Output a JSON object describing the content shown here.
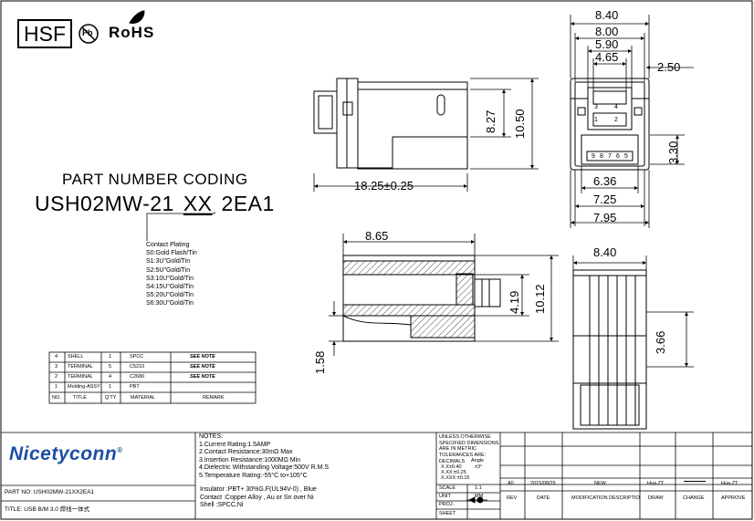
{
  "compliance": {
    "hsf": "HSF",
    "pb": "Pb",
    "rohs": "RoHS"
  },
  "part_number_coding": {
    "title": "PART NUMBER CODING",
    "code_prefix": "USH02MW-21",
    "code_variable": "XX",
    "code_suffix": "2EA1",
    "plating_title": "Contact Plating",
    "plating_options": [
      "S0:Gold Flash/Tin",
      "S1:3U\"Gold/Tin",
      "S2:5U\"Gold/Tin",
      "S3:10U\"Gold/Tin",
      "S4:15U\"Gold/Tin",
      "S5:20U\"Gold/Tin",
      "S6:30U\"Gold/Tin"
    ]
  },
  "dimensions": {
    "top_view": [
      "8.40",
      "8.00",
      "5.90",
      "4.65",
      "2.50",
      "6.36",
      "7.25",
      "7.95",
      "3.30"
    ],
    "side_view": [
      "18.25±0.25",
      "8.27",
      "10.50"
    ],
    "section_view": [
      "8.65",
      "4.19",
      "10.12",
      "1.58"
    ],
    "bottom_view": [
      "8.40",
      "3.66"
    ]
  },
  "pin_labels": {
    "upper": [
      "3",
      "4",
      "1",
      "2"
    ],
    "lower": [
      "9",
      "8",
      "7",
      "6",
      "5"
    ]
  },
  "bom": {
    "headers": [
      "NO.",
      "TITLE",
      "Q'TY",
      "MATERIAL",
      "REMARK"
    ],
    "rows": [
      {
        "no": "4",
        "title": "SHELL",
        "qty": "1",
        "material": "SPCC",
        "remark": "SEE NOTE"
      },
      {
        "no": "3",
        "title": "TERMINAL",
        "qty": "5",
        "material": "C5210",
        "remark": "SEE NOTE"
      },
      {
        "no": "2",
        "title": "TERMINAL",
        "qty": "4",
        "material": "C2680",
        "remark": "SEE NOTE"
      },
      {
        "no": "1",
        "title": "Molding-ASSY",
        "qty": "1",
        "material": "PBT",
        "remark": ""
      }
    ]
  },
  "notes": {
    "title": "NOTES:",
    "items": [
      "1.Current Rating:1.5AMP",
      "2.Contact Resistance:30mΩ Max",
      "3.Insertion Resistance:1000MΩ Min",
      "4.Dielectric Withstanding Voltage:500V R.M.S",
      "5.Temperature Rating:-55°C to+105°C"
    ],
    "materials": [
      "Insulator :PBT+ 30%G.F(UL94V-0) , Blue",
      "Contact :Copper Alloy , Au or Sn over Ni",
      "Shell :SPCC,Ni"
    ]
  },
  "title_block": {
    "logo": "Nicetyconn",
    "logo_mark": "®",
    "part_no": "PART NO: USH02MW-21XX2EA1",
    "title": "TITLE: USB B/M 3.0 焊线一体式",
    "tolerance": [
      "UNLESS OTHERWISE",
      "SPECIFIED DIMENSIONS",
      "ARE IN METRIC",
      "TOLERANCES ARE:"
    ],
    "tol_headers": [
      "DECIMALS",
      "Angle"
    ],
    "tol_values": [
      "X.X±0.40",
      "±3°",
      "X.XX:±0.25",
      "X.XXX:±0.15"
    ],
    "scale_label": "SCALE",
    "scale_value": "1:1",
    "unit_label": "UNIT",
    "unit_value": "MM",
    "proj_label": "PROJ.",
    "sheet_label": "SHEET",
    "revision": {
      "rev": "A0",
      "date": "2015/08/25",
      "modification": "NEW",
      "draw": "Hua.ZT",
      "approve": "Hua.ZT"
    },
    "rev_headers": [
      "REV",
      "DATE",
      "MODIFICATION DESCRIPTIO",
      "DRAW",
      "CHANGE",
      "APPROVE"
    ]
  }
}
